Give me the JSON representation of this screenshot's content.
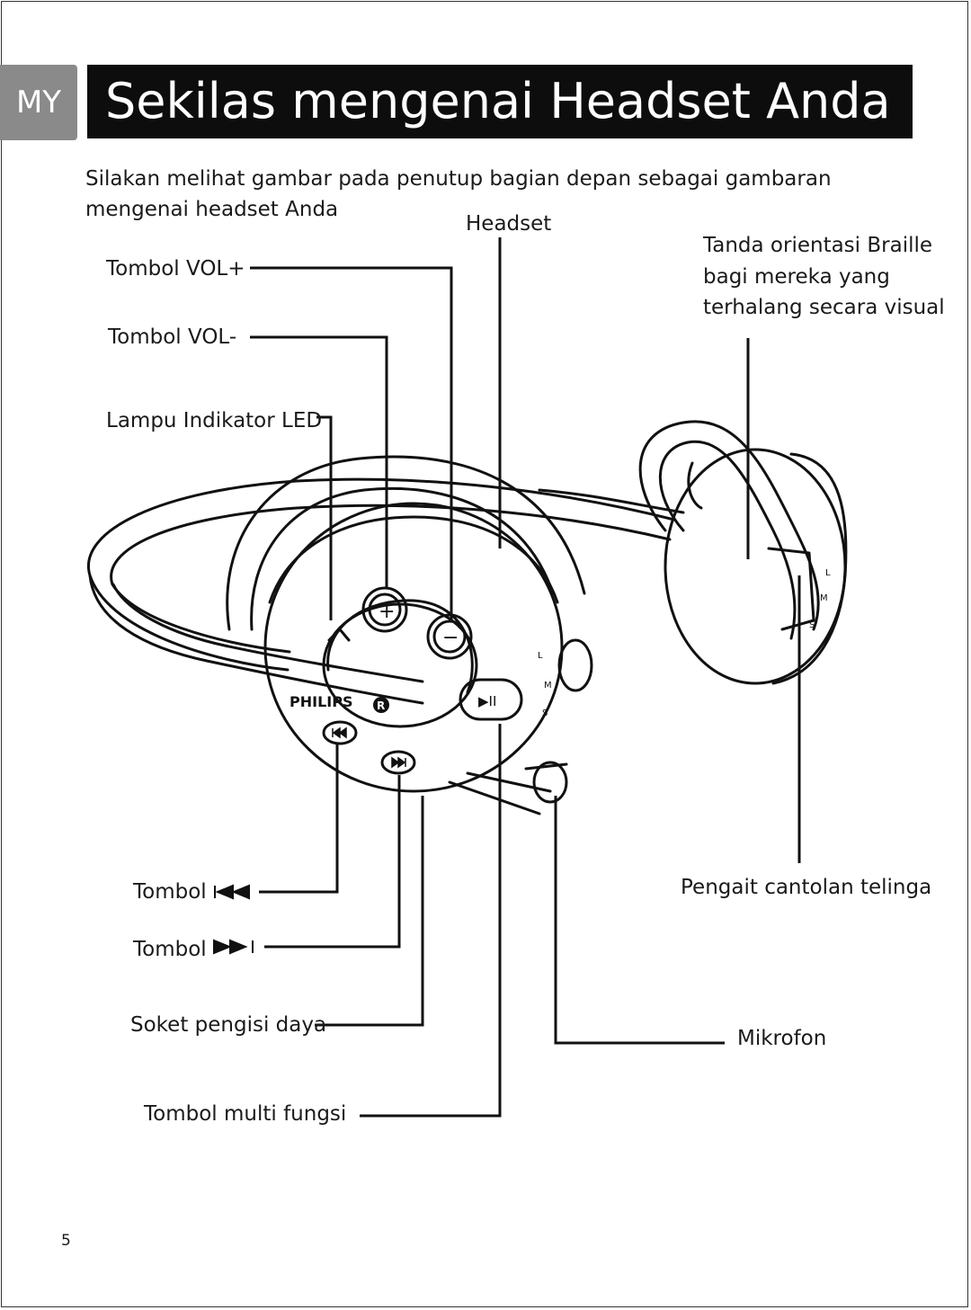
{
  "lang_tab": "MY",
  "title": "Sekilas mengenai Headset Anda",
  "intro": "Silakan melihat gambar pada penutup bagian depan sebagai gambaran mengenai headset Anda",
  "labels": {
    "headset": "Headset",
    "vol_plus": "Tombol VOL+",
    "vol_minus": "Tombol VOL-",
    "led": "Lampu Indikator LED",
    "braille_1": "Tanda orientasi Braille",
    "braille_2": "bagi mereka yang",
    "braille_3": "terhalang secara visual",
    "prev": "Tombol",
    "next": "Tombol",
    "charger": "Soket pengisi daya",
    "multi": "Tombol multi fungsi",
    "ear_hook": "Pengait cantolan telinga",
    "mic": "Mikrofon"
  },
  "device": {
    "brand": "PHILIPS",
    "brand_mark": "R",
    "play_pause": "▶II",
    "plus": "+",
    "minus": "−",
    "size_l": "L",
    "size_m": "M",
    "size_s": "S"
  },
  "page_number": "5"
}
